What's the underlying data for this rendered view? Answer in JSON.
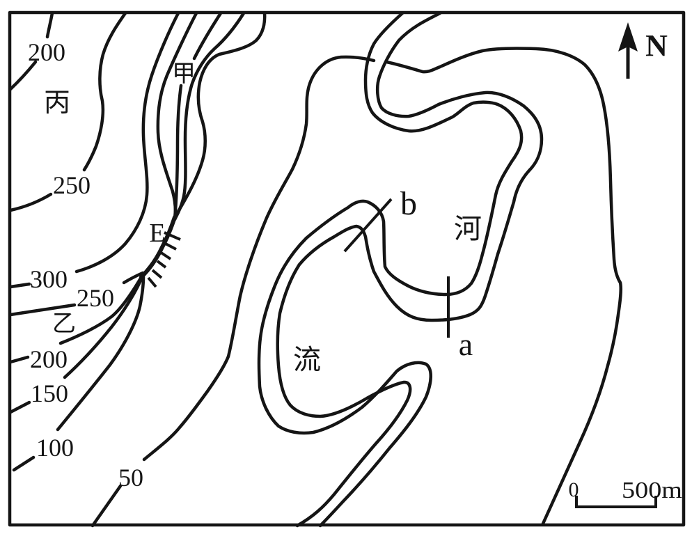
{
  "colors": {
    "line": "#151515",
    "background": "#ffffff"
  },
  "compass": {
    "label": "N",
    "icon": "north-arrow-icon"
  },
  "scale_bar": {
    "start_label": "0",
    "end_label": "500m"
  },
  "contours": [
    {
      "label": "200",
      "position": "upper-left"
    },
    {
      "label": "250",
      "position": "upper-left"
    },
    {
      "label": "300",
      "position": "left"
    },
    {
      "label": "250",
      "position": "left-lower"
    },
    {
      "label": "200",
      "position": "left-lower"
    },
    {
      "label": "150",
      "position": "left-lower"
    },
    {
      "label": "100",
      "position": "left-lower"
    },
    {
      "label": "50",
      "position": "bottom"
    }
  ],
  "place_labels": {
    "bing": "丙",
    "jia": "甲",
    "yi": "乙",
    "cliff_point": "E"
  },
  "river_labels": {
    "he": "河",
    "liu": "流"
  },
  "cross_section_labels": {
    "a": "a",
    "b": "b"
  }
}
